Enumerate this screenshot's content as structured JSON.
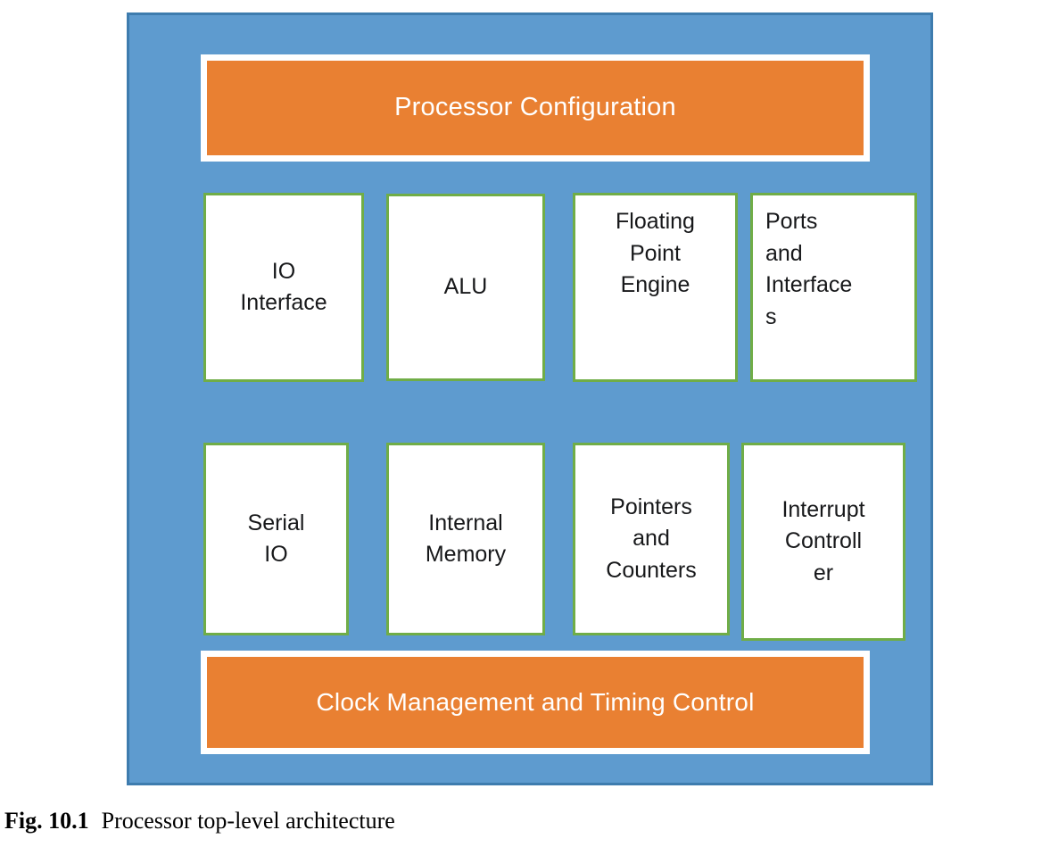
{
  "figure": {
    "caption_number": "Fig. 10.1",
    "caption_text": "Processor top-level architecture"
  },
  "colors": {
    "panel_fill": "#5E9BCF",
    "panel_border": "#3E7CAE",
    "bar_fill": "#E98032",
    "bar_border": "#FFFFFF",
    "block_fill": "#FFFFFF",
    "block_border": "#70AD47",
    "bar_text": "#FFFFFF",
    "block_text": "#17181A"
  },
  "diagram": {
    "title_bar": {
      "label": "Processor Configuration"
    },
    "footer_bar": {
      "label": "Clock Management and Timing Control"
    },
    "rows": [
      {
        "blocks": [
          {
            "label": "IO\nInterface",
            "align": "center"
          },
          {
            "label": "ALU",
            "align": "center"
          },
          {
            "label": "Floating\nPoint\nEngine",
            "align": "center"
          },
          {
            "label": "Ports\nand\nInterface\ns",
            "align": "left"
          }
        ]
      },
      {
        "blocks": [
          {
            "label": "Serial\nIO",
            "align": "center"
          },
          {
            "label": "Internal\nMemory",
            "align": "center"
          },
          {
            "label": "Pointers\nand\nCounters",
            "align": "center"
          },
          {
            "label": "Interrupt\nControll\ner",
            "align": "center"
          }
        ]
      }
    ]
  }
}
